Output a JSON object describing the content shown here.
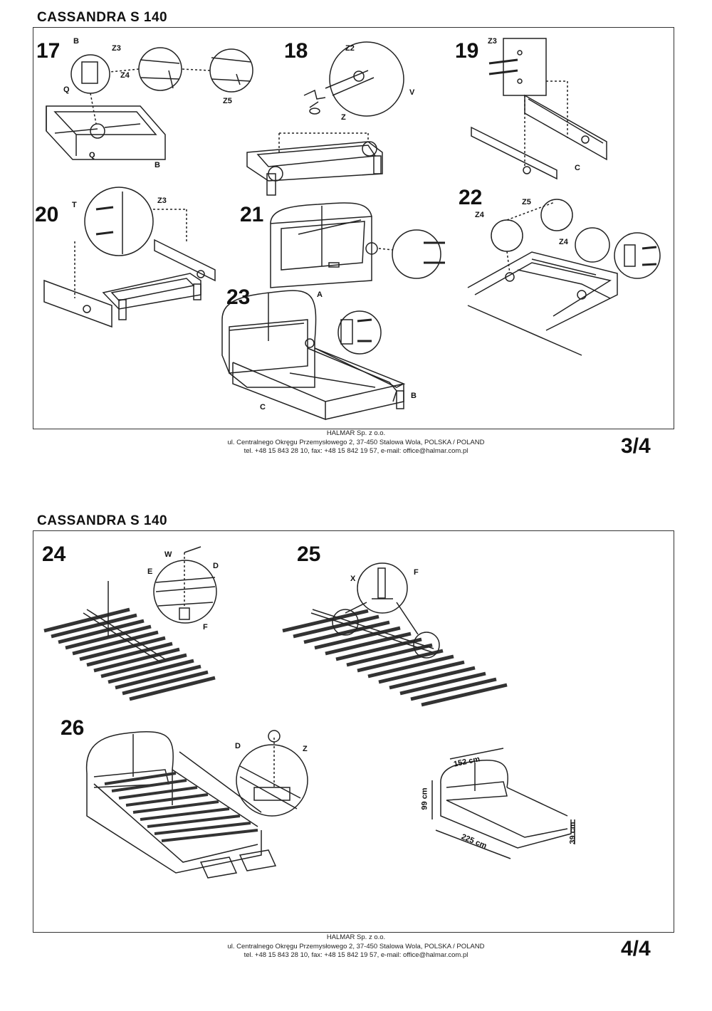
{
  "pages": [
    {
      "title": "CASSANDRA S  140",
      "page_number": "3/4",
      "steps": [
        "17",
        "18",
        "19",
        "20",
        "21",
        "22",
        "23"
      ],
      "labels": {
        "s17": [
          "B",
          "Z3",
          "Z4",
          "Q",
          "Z5",
          "Q",
          "B"
        ],
        "s18": [
          "Z2",
          "V",
          "Z"
        ],
        "s19": [
          "Z3",
          "C"
        ],
        "s20": [
          "T",
          "Z3"
        ],
        "s22": [
          "Z5",
          "Z4",
          "Z4"
        ],
        "s23": [
          "A",
          "B",
          "C"
        ]
      }
    },
    {
      "title": "CASSANDRA S  140",
      "page_number": "4/4",
      "steps": [
        "24",
        "25",
        "26"
      ],
      "labels": {
        "s24": [
          "W",
          "E",
          "D",
          "F"
        ],
        "s25": [
          "X",
          "F"
        ],
        "s26": [
          "D",
          "Z"
        ]
      },
      "dimensions": [
        "152 cm",
        "99 cm",
        "225 cm",
        "39 cm"
      ]
    }
  ],
  "footer": {
    "company": "HALMAR Sp. z o.o.",
    "address": "ul. Centralnego Okręgu Przemysłowego 2, 37-450 Stalowa Wola, POLSKA / POLAND",
    "contact": "tel. +48 15 843 28 10, fax: +48 15 842 19 57, e-mail: office@halmar.com.pl"
  }
}
